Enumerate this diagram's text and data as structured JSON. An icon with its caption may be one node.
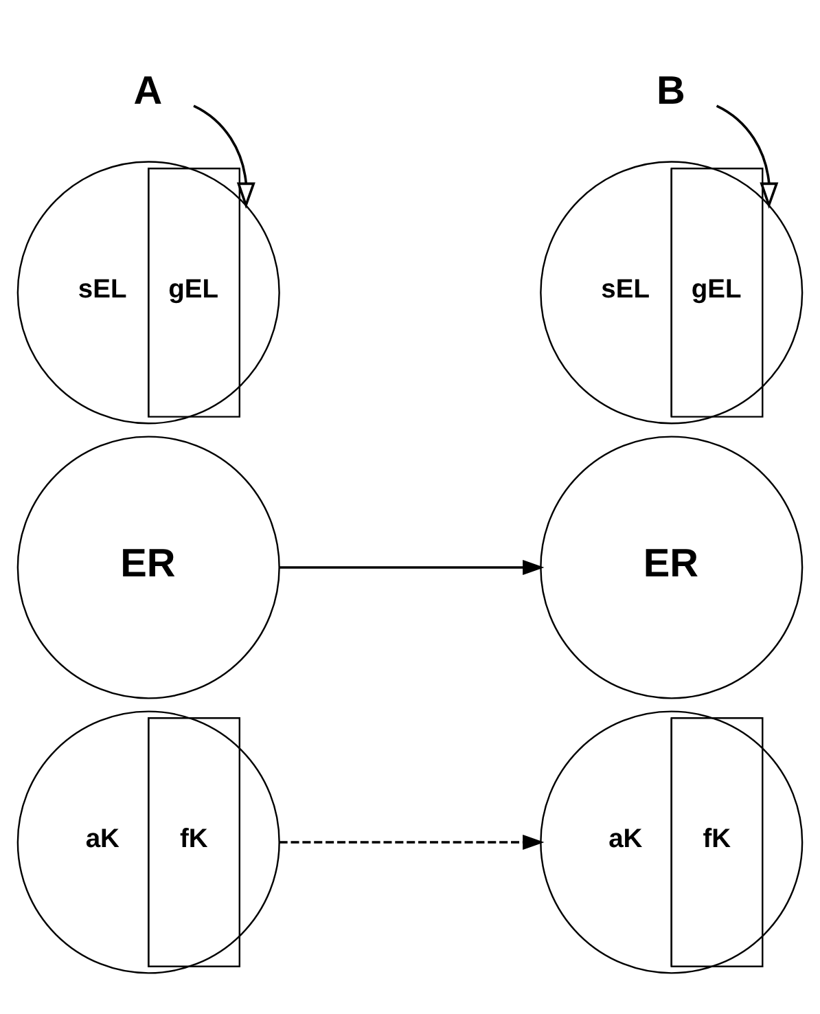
{
  "diagram": {
    "nodes": [
      {
        "text": [
          "A"
        ]
      },
      {
        "text": [
          "B"
        ]
      },
      {
        "text": [
          "sEL",
          "gEL"
        ]
      },
      {
        "text": [
          "ER"
        ]
      },
      {
        "text": [
          "aK",
          "fK"
        ]
      },
      {
        "text": [
          "sEL",
          "gEL"
        ]
      },
      {
        "text": [
          "ER"
        ]
      },
      {
        "text": [
          "aK",
          "fK"
        ]
      }
    ],
    "edges": [
      {
        "from": 0,
        "to": 2,
        "arrow": "to"
      },
      {
        "from": 1,
        "to": 5,
        "arrow": "to"
      },
      {
        "from": 3,
        "to": 6,
        "arrow": "to"
      },
      {
        "from": 4,
        "to": 7,
        "arrow": "to",
        "style": "dashed"
      }
    ]
  }
}
